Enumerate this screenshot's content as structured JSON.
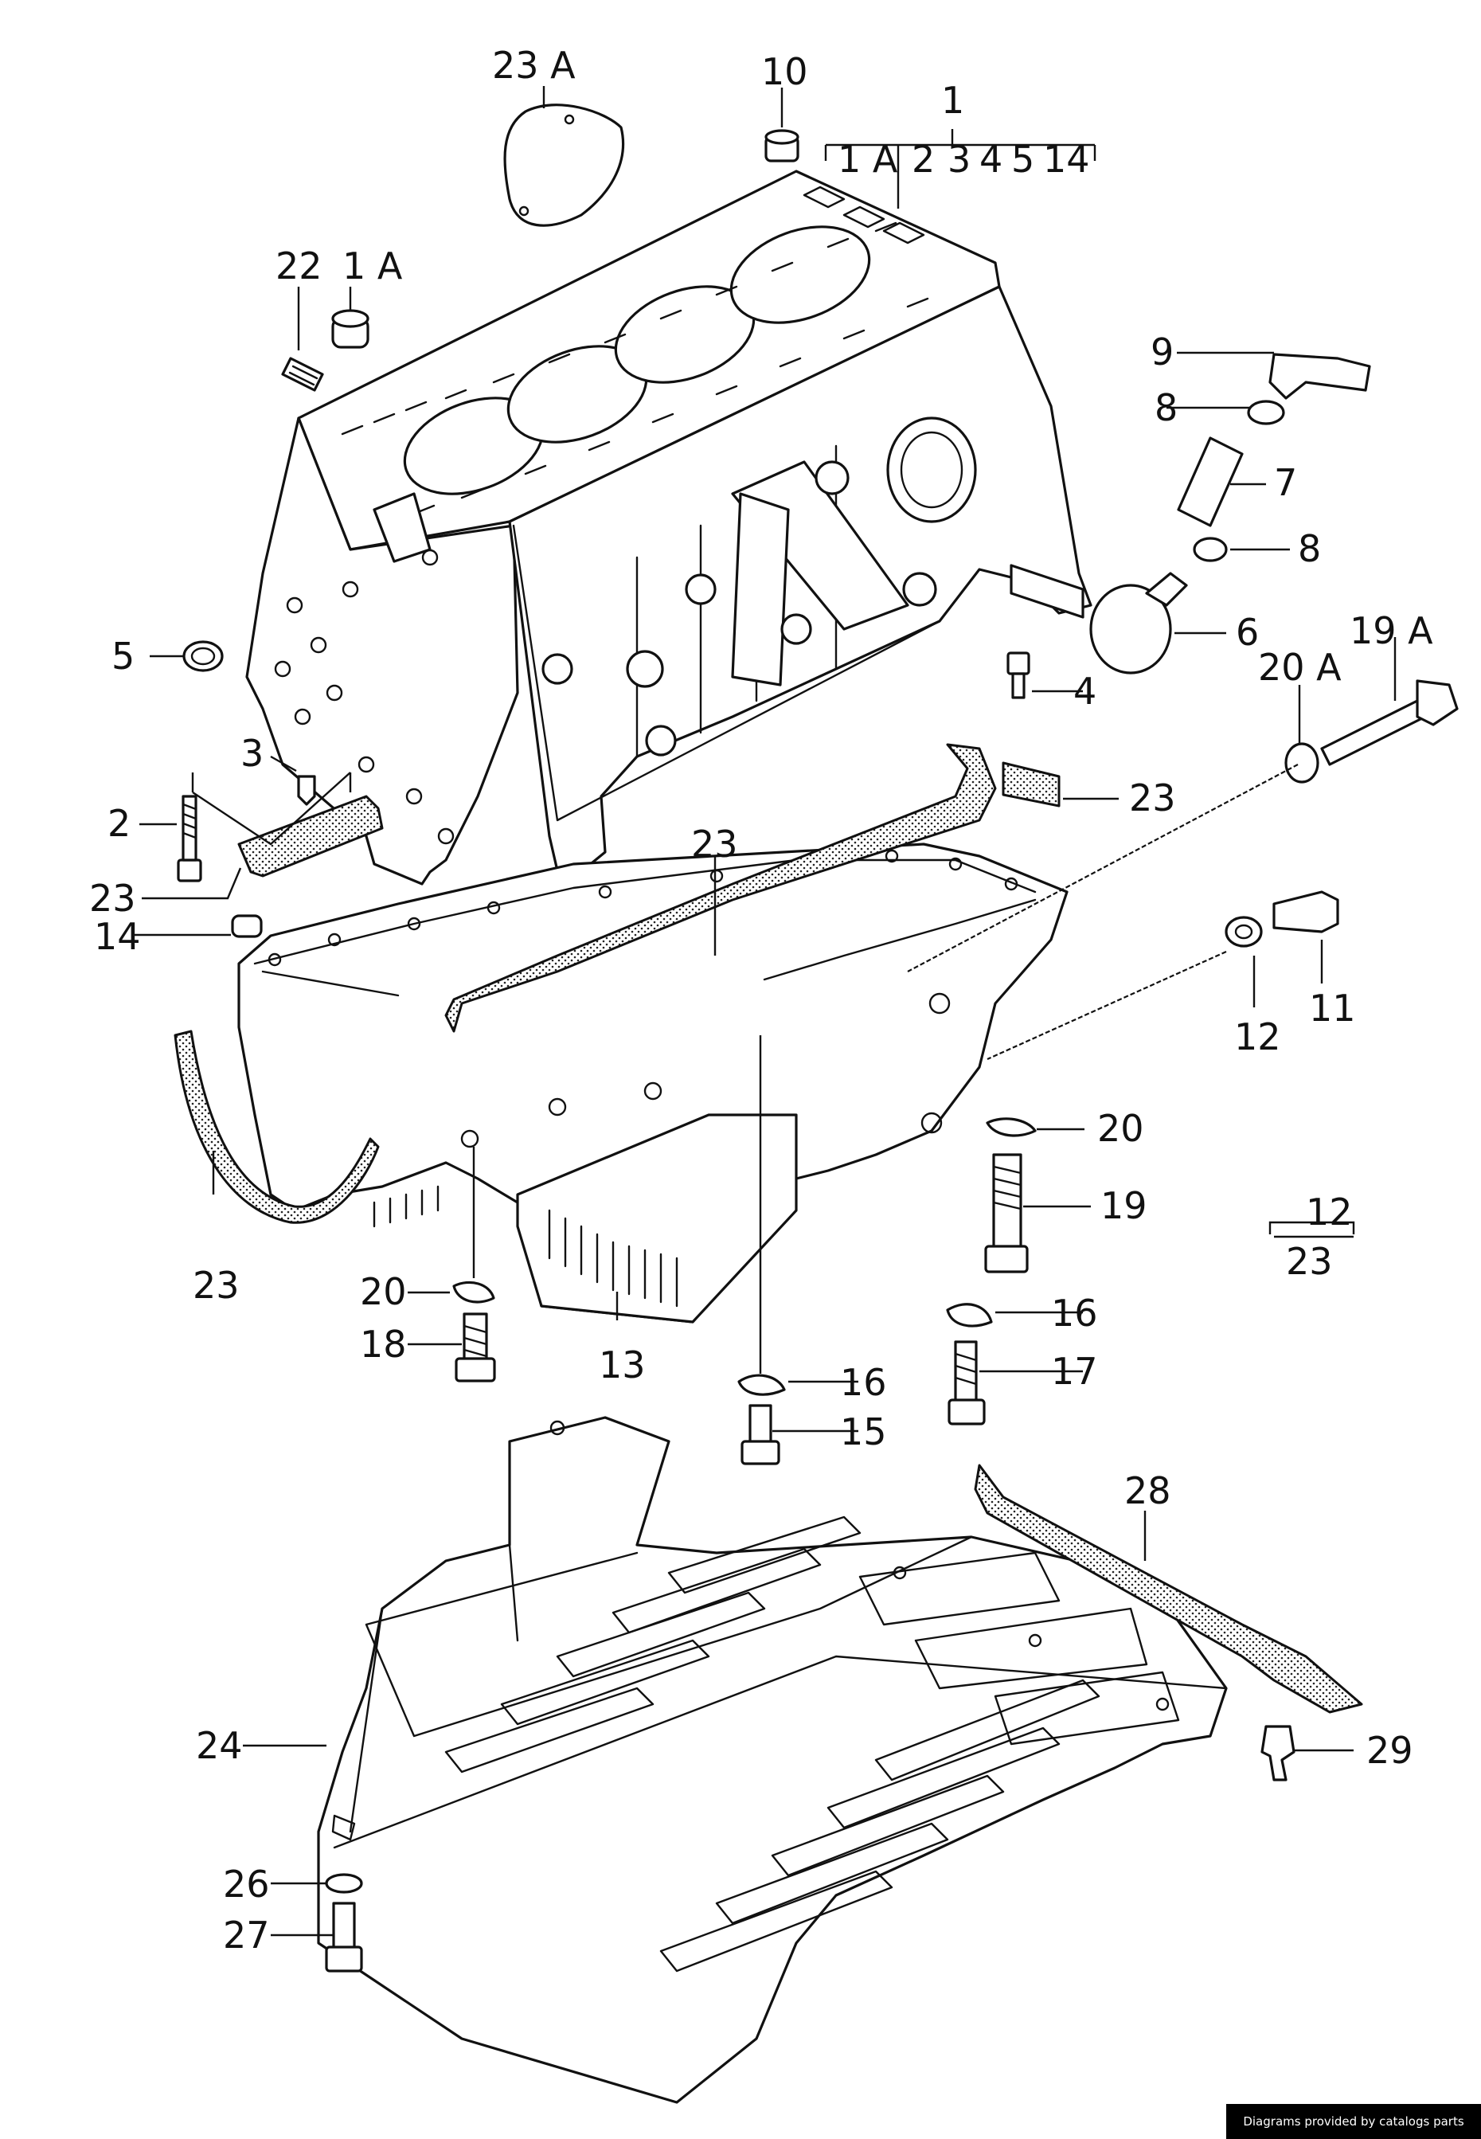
{
  "diagram": {
    "labels": {
      "l1": "1",
      "l1a_top": "1 A",
      "l1a_kit": "1 A",
      "l2_kit": "2",
      "l3_kit": "3",
      "l4_kit": "4",
      "l5_kit": "5",
      "l14_kit": "14",
      "l2": "2",
      "l3": "3",
      "l4": "4",
      "l5": "5",
      "l6": "6",
      "l7": "7",
      "l8a": "8",
      "l8b": "8",
      "l9": "9",
      "l10": "10",
      "l11": "11",
      "l12a": "12",
      "l12b": "12",
      "l13": "13",
      "l14": "14",
      "l15": "15",
      "l16a": "16",
      "l16b": "16",
      "l17": "17",
      "l18": "18",
      "l19": "19",
      "l19a": "19 A",
      "l20a": "20",
      "l20b": "20",
      "l20c": "20 A",
      "l22": "22",
      "l23a": "23",
      "l23b": "23",
      "l23c": "23",
      "l23d": "23",
      "l23e": "23",
      "l23top": "23 A",
      "l24": "24",
      "l26": "26",
      "l27": "27",
      "l28": "28",
      "l29": "29"
    }
  },
  "footer": {
    "credit": "Diagrams provided by catalogs parts"
  }
}
